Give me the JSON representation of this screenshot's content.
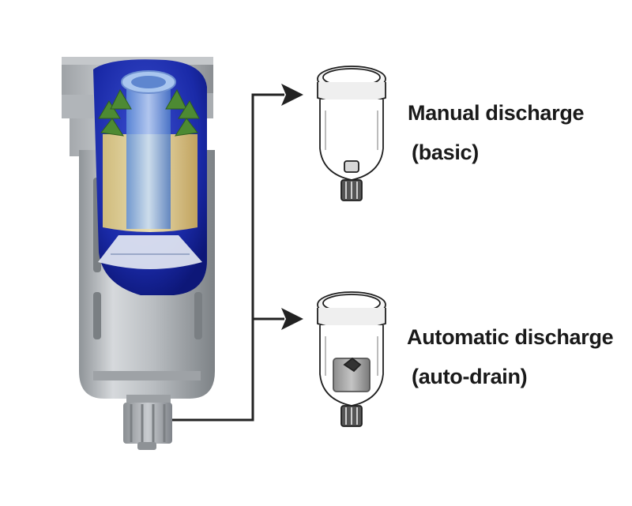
{
  "options": [
    {
      "title": "Manual discharge",
      "subtitle": "(basic)"
    },
    {
      "title": "Automatic discharge",
      "subtitle": "(auto-drain)"
    }
  ]
}
